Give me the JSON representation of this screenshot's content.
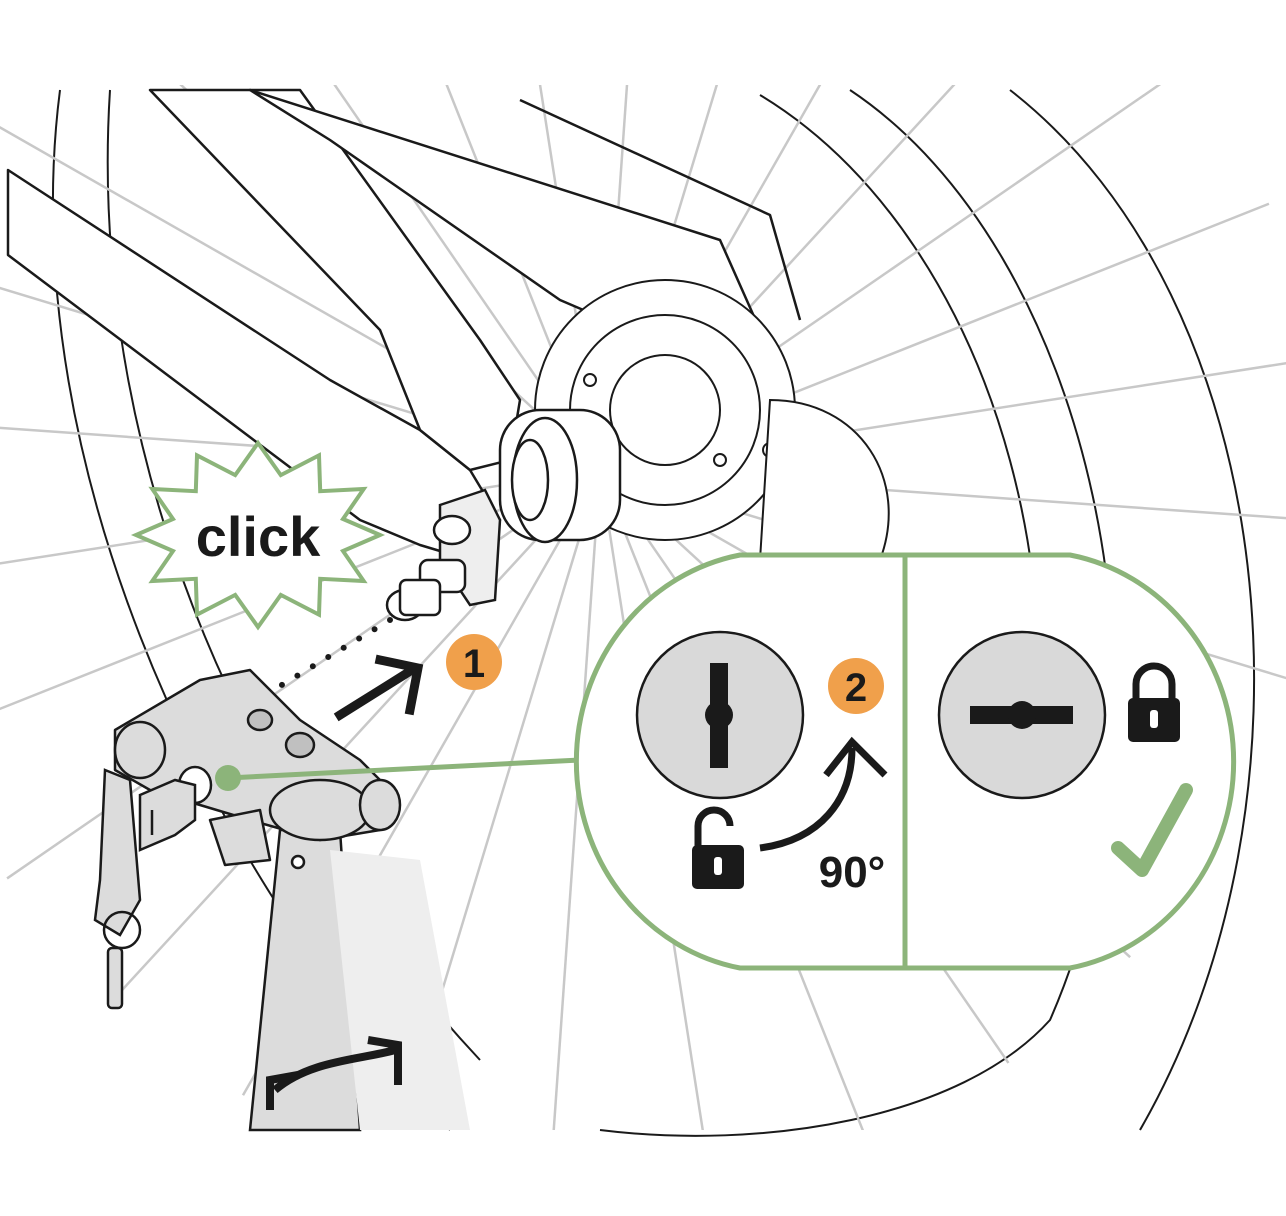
{
  "callouts": {
    "click_text": "click",
    "step1_number": "1",
    "step2_number": "2",
    "rotation_angle": "90°"
  },
  "colors": {
    "accent_green": "#8cb47a",
    "step_orange": "#f0a04b",
    "line_dark": "#1a1a1a",
    "spoke_grey": "#c8c8c8",
    "panel_fill": "#d9d9d9",
    "part_fill": "#dcdcdc"
  },
  "icons": {
    "unlocked": "padlock-open-icon",
    "locked": "padlock-closed-icon",
    "confirm": "checkmark-icon",
    "rotate": "curved-arrow-icon"
  }
}
